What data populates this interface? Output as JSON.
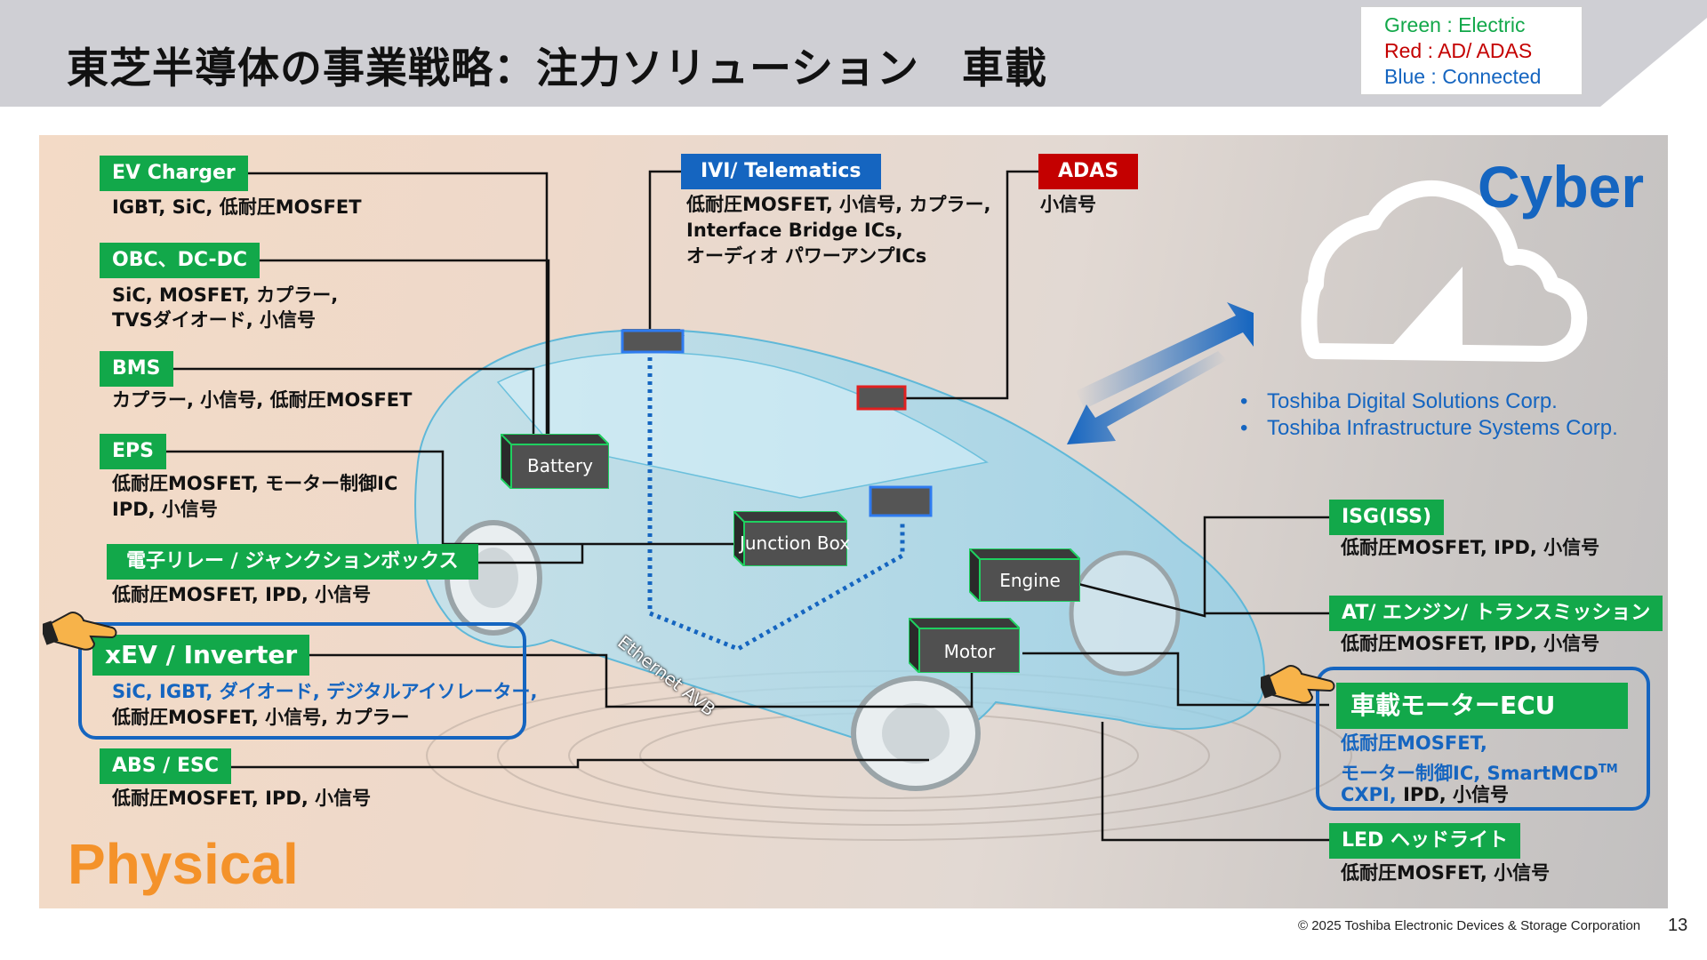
{
  "header": {
    "title": "東芝半導体の事業戦略：注力ソリューション　車載"
  },
  "legend": {
    "green": "Green : Electric",
    "red": "Red : AD/ ADAS",
    "blue": "Blue : Connected"
  },
  "colors": {
    "electric": "#12a84a",
    "adas": "#c40000",
    "connected": "#1565c0",
    "physical": "#f4922a"
  },
  "labels": {
    "cyber": "Cyber",
    "physical": "Physical",
    "ethernet": "Ethernet AVB"
  },
  "partners": [
    "Toshiba Digital Solutions Corp.",
    "Toshiba Infrastructure Systems Corp."
  ],
  "left": {
    "ev_charger": {
      "title": "EV Charger",
      "desc": "IGBT, SiC, 低耐圧MOSFET"
    },
    "obc": {
      "title": "OBC、DC-DC",
      "desc1": "SiC, MOSFET, カプラー,",
      "desc2": "TVSダイオード, 小信号"
    },
    "bms": {
      "title": "BMS",
      "desc": "カプラー, 小信号, 低耐圧MOSFET"
    },
    "eps": {
      "title": "EPS",
      "desc1": "低耐圧MOSFET, モーター制御IC",
      "desc2": "IPD, 小信号"
    },
    "relay": {
      "title": "電子リレー / ジャンクションボックス",
      "desc": "低耐圧MOSFET, IPD, 小信号"
    },
    "xev": {
      "title": "xEV / Inverter",
      "desc1": "SiC, IGBT, ダイオード, デジタルアイソレーター,",
      "desc2": "低耐圧MOSFET, 小信号, カプラー"
    },
    "abs": {
      "title": "ABS / ESC",
      "desc": "低耐圧MOSFET, IPD, 小信号"
    }
  },
  "top": {
    "ivi": {
      "title": "IVI/ Telematics",
      "desc1": "低耐圧MOSFET, 小信号, カプラー,",
      "desc2": "Interface Bridge ICs,",
      "desc3": "オーディオ パワーアンプICs"
    },
    "adas": {
      "title": "ADAS",
      "desc": "小信号"
    }
  },
  "right": {
    "isg": {
      "title": "ISG(ISS)",
      "desc": "低耐圧MOSFET, IPD, 小信号"
    },
    "at": {
      "title": "AT/ エンジン/ トランスミッション",
      "desc": "低耐圧MOSFET, IPD, 小信号"
    },
    "motor_ecu": {
      "title": "車載モーターECU",
      "desc1": "低耐圧MOSFET,",
      "desc2": "モーター制御IC, SmartMCD",
      "desc2_tm": "TM",
      "desc3a": "CXPI,",
      "desc3b": " IPD, 小信号"
    },
    "led": {
      "title": "LED ヘッドライト",
      "desc": "低耐圧MOSFET, 小信号"
    }
  },
  "modules": {
    "battery": "Battery",
    "junction": "Junction Box",
    "engine": "Engine",
    "motor": "Motor"
  },
  "footer": {
    "copyright": "© 2025 Toshiba Electronic Devices & Storage Corporation",
    "page": "13"
  }
}
